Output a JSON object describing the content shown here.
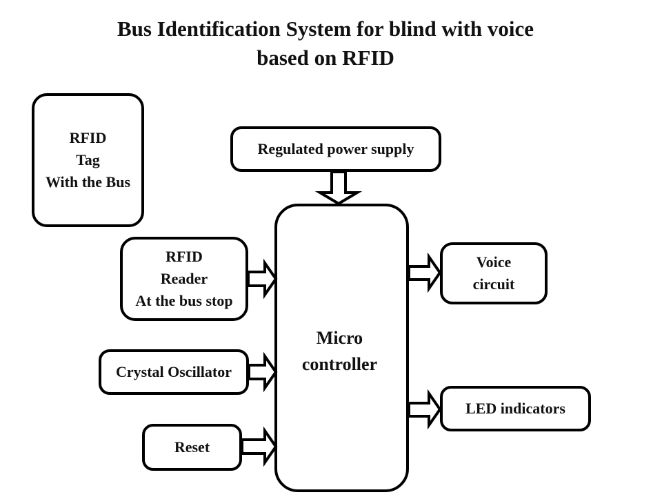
{
  "title": {
    "line1": "Bus Identification System for blind with voice",
    "line2": "based on RFID"
  },
  "blocks": {
    "rfid_tag": {
      "lines": [
        "RFID",
        "Tag",
        "With the Bus"
      ]
    },
    "power_supply": {
      "lines": [
        "Regulated power supply"
      ]
    },
    "rfid_reader": {
      "lines": [
        "RFID",
        "Reader",
        "At the bus stop"
      ]
    },
    "crystal_oscillator": {
      "lines": [
        "Crystal Oscillator"
      ]
    },
    "reset": {
      "lines": [
        "Reset"
      ]
    },
    "microcontroller": {
      "lines": [
        "Micro",
        "controller"
      ]
    },
    "voice_circuit": {
      "lines": [
        "Voice",
        "circuit"
      ]
    },
    "led_indicators": {
      "lines": [
        "LED indicators"
      ]
    }
  },
  "connections": [
    {
      "from": "Regulated power supply",
      "to": "Micro controller"
    },
    {
      "from": "RFID Reader At the bus stop",
      "to": "Micro controller"
    },
    {
      "from": "Crystal Oscillator",
      "to": "Micro controller"
    },
    {
      "from": "Reset",
      "to": "Micro controller"
    },
    {
      "from": "Micro controller",
      "to": "Voice circuit"
    },
    {
      "from": "Micro controller",
      "to": "LED indicators"
    }
  ]
}
